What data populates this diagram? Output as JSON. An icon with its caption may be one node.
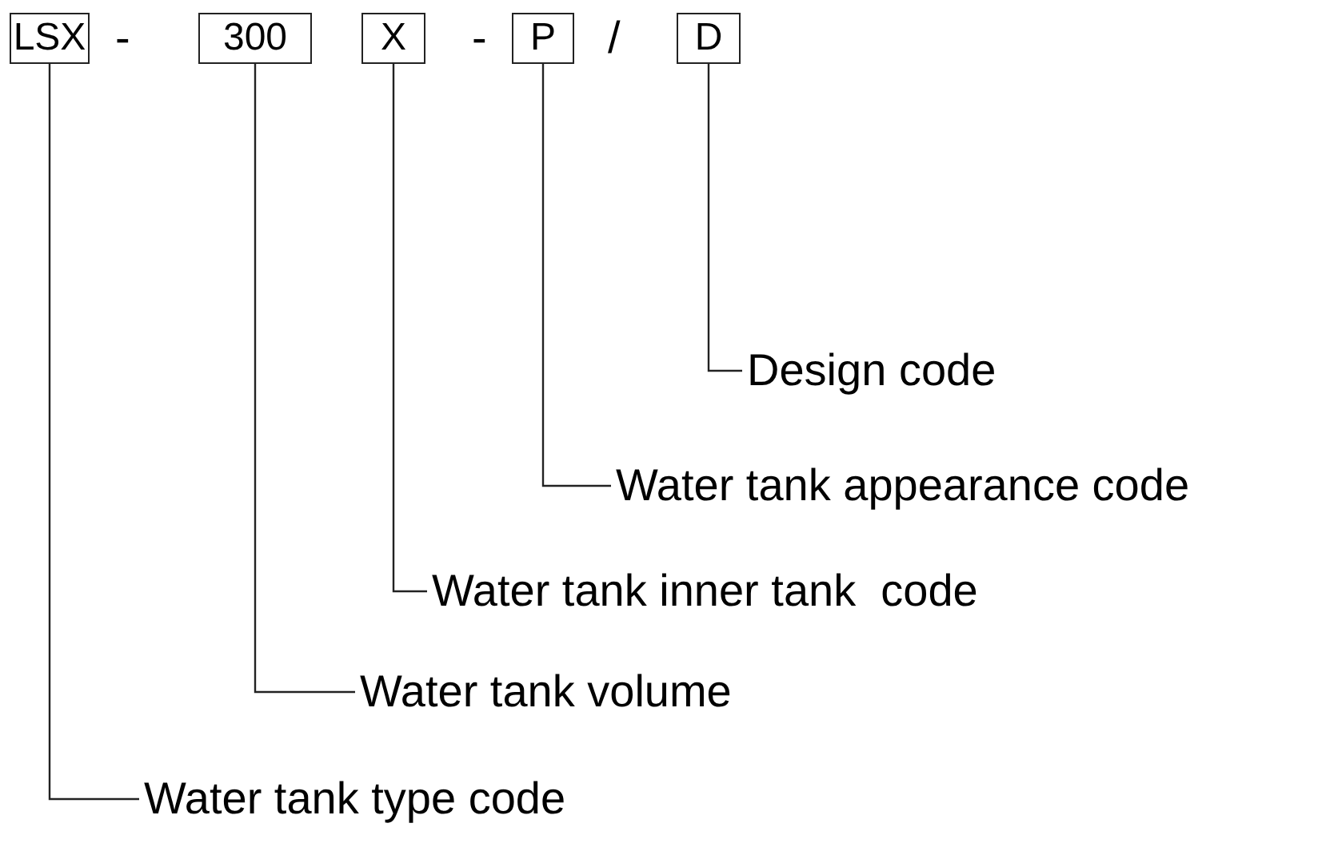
{
  "diagram": {
    "nodes": [
      {
        "text": [
          "LSX"
        ]
      },
      {
        "text": [
          "300"
        ]
      },
      {
        "text": [
          "X"
        ]
      },
      {
        "text": [
          "P"
        ]
      },
      {
        "text": [
          "D"
        ]
      },
      {
        "text": [
          "Design code"
        ]
      },
      {
        "text": [
          "Water tank appearance code"
        ]
      },
      {
        "text": [
          "Water tank inner tank  code"
        ]
      },
      {
        "text": [
          "Water tank volume"
        ]
      },
      {
        "text": [
          "Water tank type code"
        ]
      }
    ],
    "edges": [
      {
        "from": 5,
        "to": 4,
        "arrow": "none"
      },
      {
        "from": 6,
        "to": 3,
        "arrow": "none"
      },
      {
        "from": 7,
        "to": 2,
        "arrow": "none"
      },
      {
        "from": 8,
        "to": 1,
        "arrow": "none"
      },
      {
        "from": 9,
        "to": 0,
        "arrow": "none"
      }
    ],
    "labels": [
      "-",
      "-",
      "/"
    ]
  }
}
